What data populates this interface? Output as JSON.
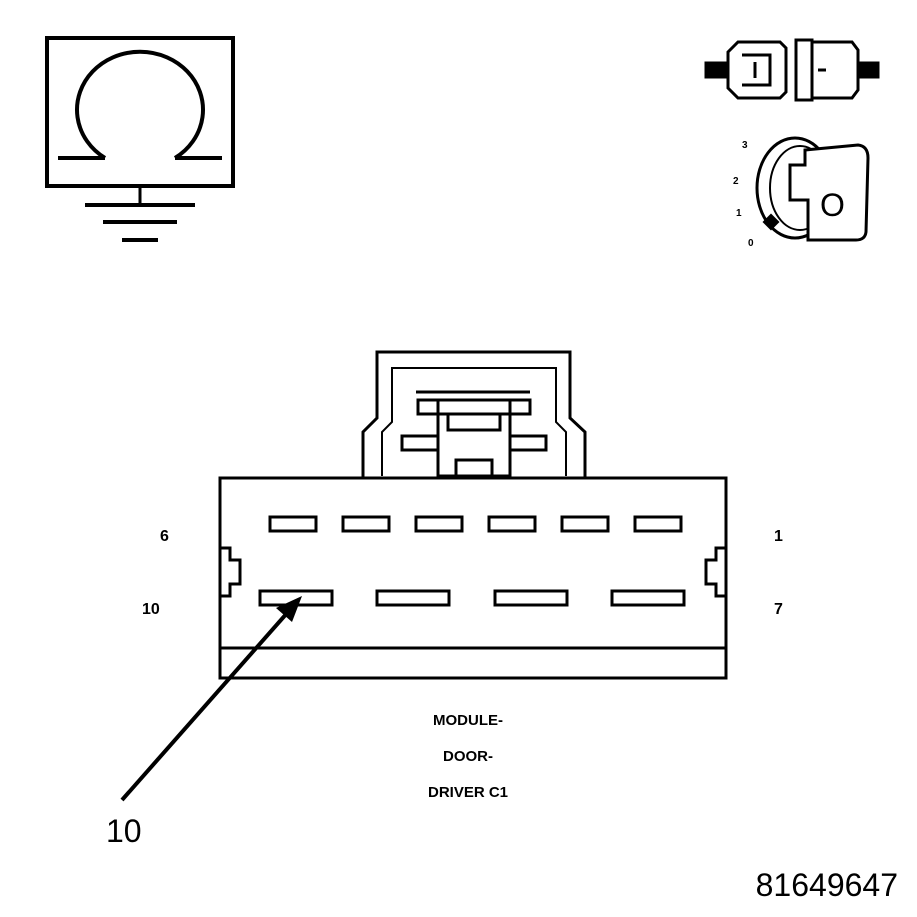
{
  "key_positions": [
    "3",
    "2",
    "1",
    "0"
  ],
  "key_symbol": "O",
  "connector": {
    "pin_labels": {
      "row1_left": "6",
      "row1_right": "1",
      "row2_left": "10",
      "row2_right": "7"
    },
    "caption_lines": [
      "MODULE-",
      "DOOR-",
      "DRIVER C1"
    ]
  },
  "callout": {
    "label": "10"
  },
  "figure_id": "81649647",
  "icons": [
    "ohmmeter-icon",
    "connector-disconnected-icon",
    "ignition-key-icon"
  ]
}
